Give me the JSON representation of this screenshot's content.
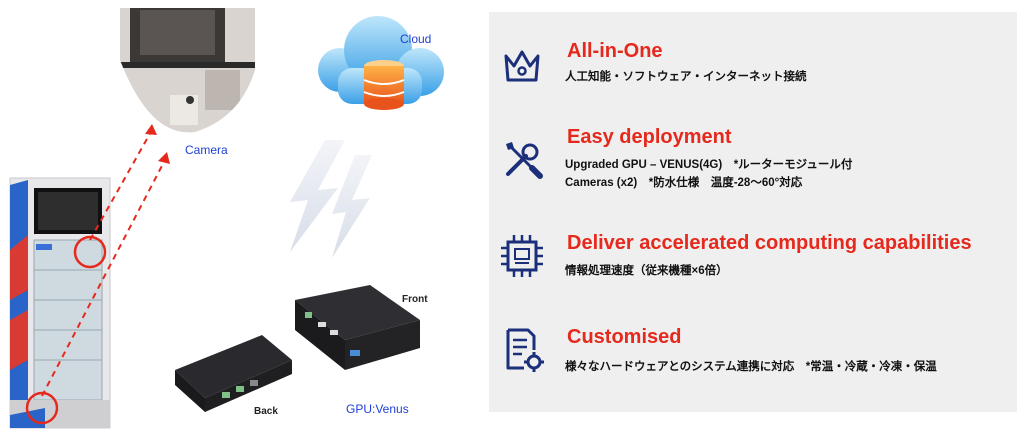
{
  "illustration": {
    "cloud_label": "Cloud",
    "camera_label": "Camera",
    "front_label": "Front",
    "back_label": "Back",
    "gpu_label": "GPU:Venus"
  },
  "features": [
    {
      "icon": "crown-icon",
      "title": "All-in-One",
      "lines": [
        "人工知能・ソフトウェア・インターネット接続"
      ]
    },
    {
      "icon": "tools-icon",
      "title": "Easy deployment",
      "lines": [
        "Upgraded GPU – VENUS(4G)　*ルーターモジュール付",
        "Cameras (x2)　*防水仕様　温度-28～60°対応"
      ]
    },
    {
      "icon": "chip-icon",
      "title": "Deliver accelerated computing capabilities",
      "lines": [
        "情報処理速度（従来機種×6倍）"
      ]
    },
    {
      "icon": "document-gear-icon",
      "title": "Customised",
      "lines": [
        "様々なハードウェアとのシステム連携に対応　*常温・冷蔵・冷凍・保温"
      ]
    }
  ],
  "colors": {
    "accent_red": "#e5291c",
    "icon_navy": "#1b2f7a",
    "label_blue": "#1f3fd6",
    "panel_bg": "#efefef"
  }
}
